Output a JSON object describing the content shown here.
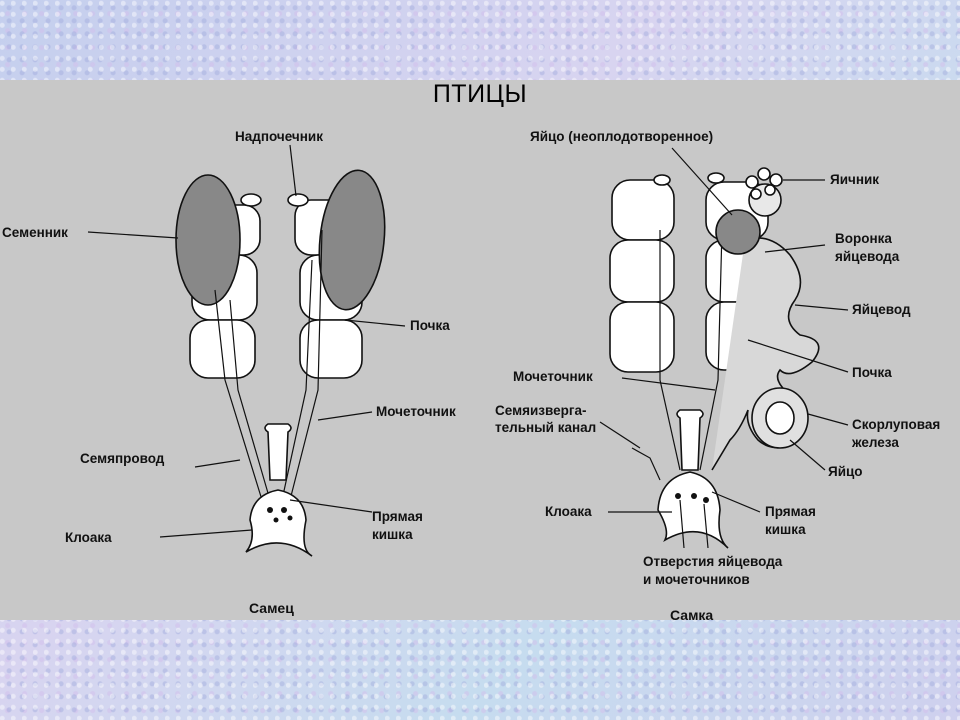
{
  "title": "ПТИЦЫ",
  "male": {
    "caption": "Самец",
    "labels": {
      "adrenal": "Надпочечник",
      "testis": "Семенник",
      "kidney": "Почка",
      "ureter": "Мочеточник",
      "vas_deferens": "Семяпровод",
      "rectum_1": "Прямая",
      "rectum_2": "кишка",
      "cloaca": "Клоака"
    }
  },
  "female": {
    "caption": "Самка",
    "labels": {
      "egg_unfertilized": "Яйцо (неоплодотворенное)",
      "ovary": "Яичник",
      "funnel_1": "Воронка",
      "funnel_2": "яйцевода",
      "oviduct": "Яйцевод",
      "kidney": "Почка",
      "ureter": "Мочеточник",
      "vestigial_1": "Семяизверга-",
      "vestigial_2": "тельный канал",
      "shell_gland_1": "Скорлуповая",
      "shell_gland_2": "железа",
      "egg": "Яйцо",
      "cloaca": "Клоака",
      "rectum_1": "Прямая",
      "rectum_2": "кишка",
      "openings_1": "Отверстия яйцевода",
      "openings_2": "и мочеточников"
    }
  }
}
